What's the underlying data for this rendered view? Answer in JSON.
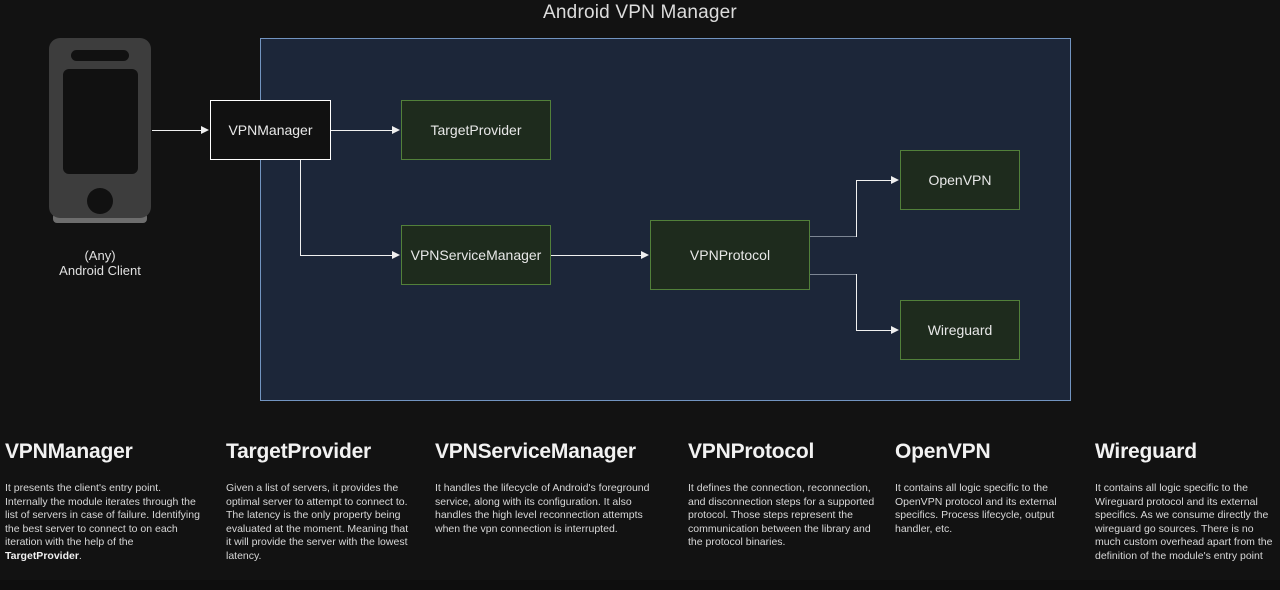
{
  "title": "Android VPN Manager",
  "client": {
    "icon": "android-phone-icon",
    "label_line1": "(Any)",
    "label_line2": "Android Client"
  },
  "nodes": {
    "vpnmanager": "VPNManager",
    "targetprovider": "TargetProvider",
    "vpnservicemanager": "VPNServiceManager",
    "vpnprotocol": "VPNProtocol",
    "openvpn": "OpenVPN",
    "wireguard": "Wireguard"
  },
  "colors": {
    "background": "#121212",
    "panel_fill": "#1c2639",
    "panel_border": "#7294c0",
    "node_green_fill": "#1e2b1d",
    "node_green_border": "#52803a",
    "node_root_fill": "#111111",
    "node_root_border": "#ffffff",
    "edge": "#f0f0f0",
    "edge_dim": "#7d8694",
    "text": "#e8e8e8"
  },
  "descriptions": [
    {
      "heading": "VPNManager",
      "body_pre": "It presents the client's entry point. Internally the module iterates through the list of servers in case of failure. Identifying the best server to connect to on each iteration with the help of the ",
      "body_bold": "TargetProvider",
      "body_post": "."
    },
    {
      "heading": "TargetProvider",
      "body": "Given a list of servers, it provides the optimal server to attempt to connect to. The latency is the only property being evaluated at the moment. Meaning that it will provide the server with the lowest latency."
    },
    {
      "heading": "VPNServiceManager",
      "body": "It handles the lifecycle of Android's foreground service, along with its configuration. It also handles the high level reconnection attempts when the vpn connection is interrupted."
    },
    {
      "heading": "VPNProtocol",
      "body": "It defines the connection, reconnection, and disconnection steps for a supported protocol. Those steps represent the communication between the library and the protocol binaries."
    },
    {
      "heading": "OpenVPN",
      "body": "It contains all logic specific to the OpenVPN protocol and its external specifics. Process lifecycle, output handler, etc."
    },
    {
      "heading": "Wireguard",
      "body": "It contains all logic specific to the Wireguard protocol and its external specifics. As we consume directly the wireguard go sources. There is no much custom overhead apart from the definition of the module's entry point"
    }
  ]
}
